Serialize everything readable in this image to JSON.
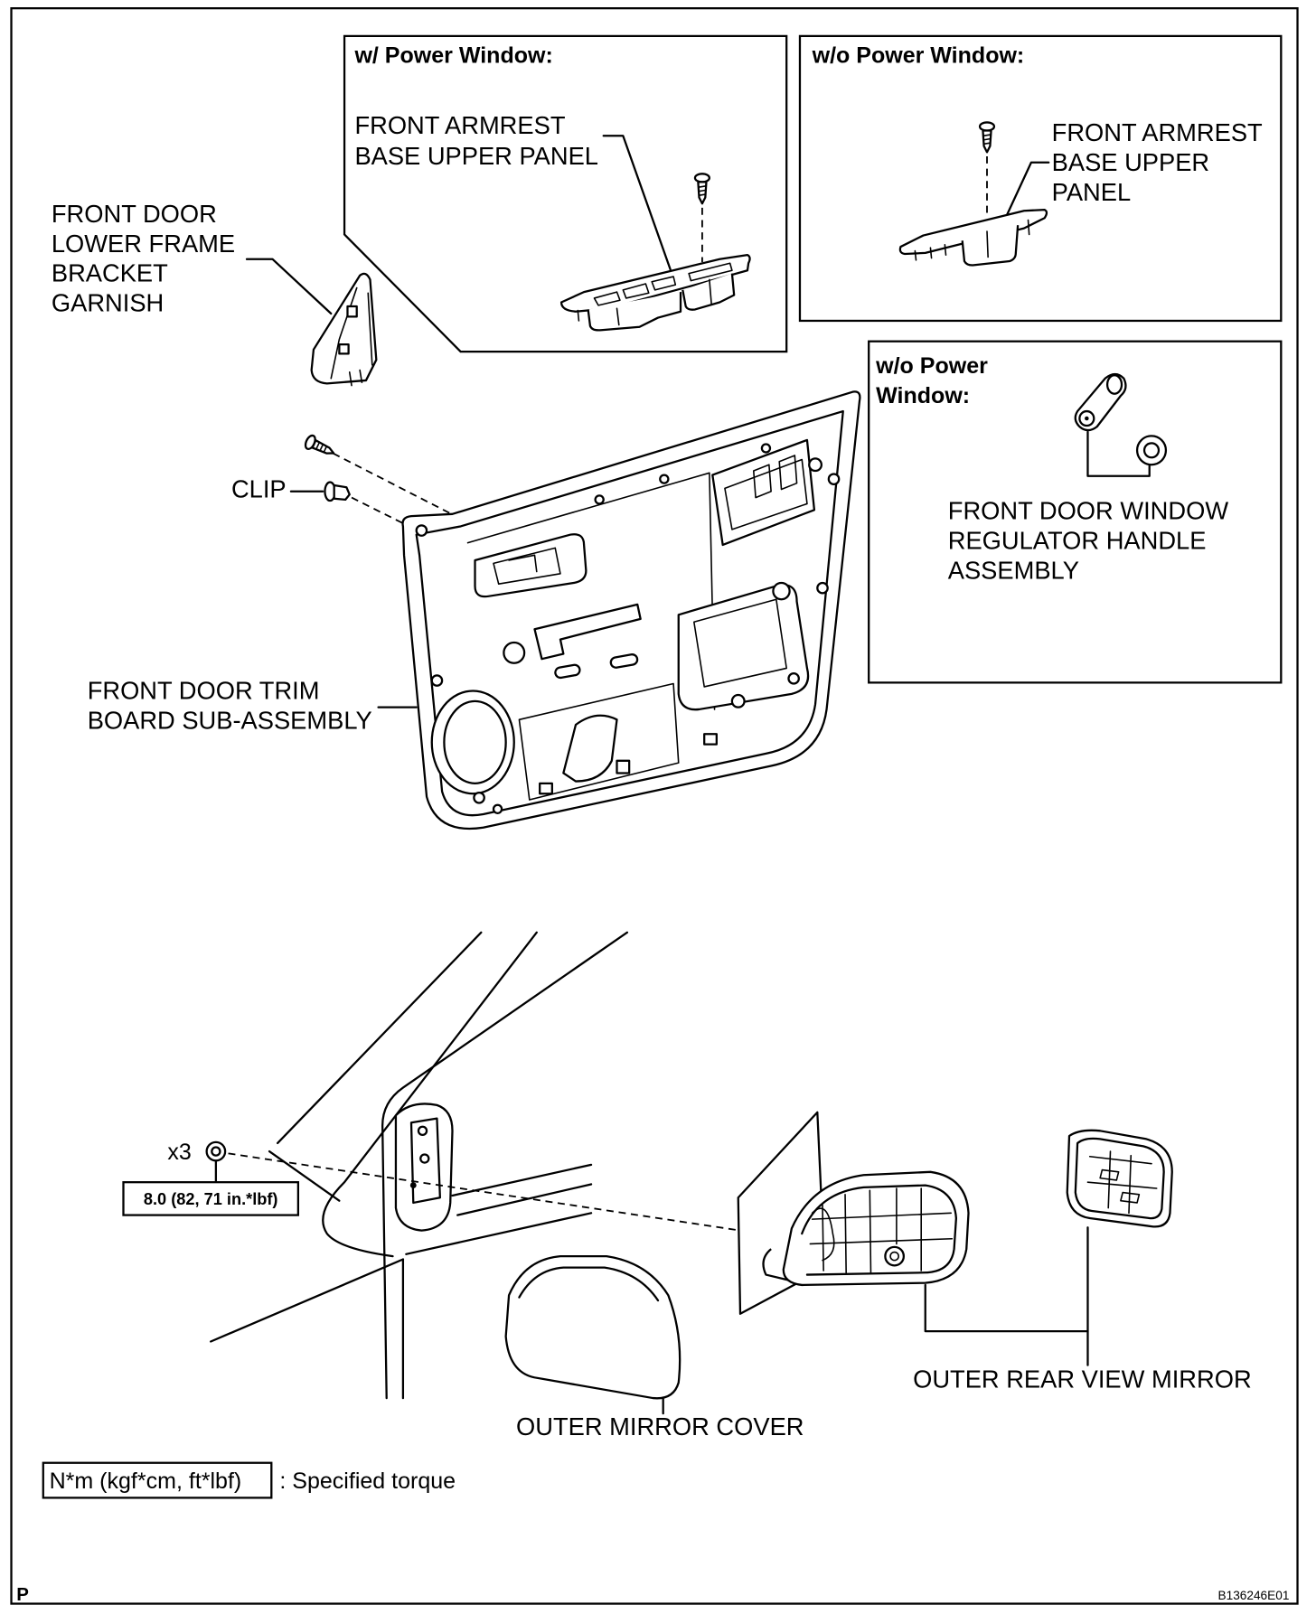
{
  "insets": {
    "power_window": {
      "title": "w/ Power Window:",
      "label_lines": [
        "FRONT ARMREST",
        "BASE UPPER PANEL"
      ]
    },
    "no_power_window_armrest": {
      "title": "w/o Power Window:",
      "label_lines": [
        "FRONT ARMREST",
        "BASE UPPER",
        "PANEL"
      ]
    },
    "no_power_window_handle": {
      "title_lines": [
        "w/o Power",
        "Window:"
      ],
      "label_lines": [
        "FRONT DOOR WINDOW",
        "REGULATOR HANDLE",
        "ASSEMBLY"
      ]
    }
  },
  "labels": {
    "garnish": [
      "FRONT DOOR",
      "LOWER FRAME",
      "BRACKET",
      "GARNISH"
    ],
    "clip": "CLIP",
    "trim_board": [
      "FRONT DOOR TRIM",
      "BOARD SUB-ASSEMBLY"
    ],
    "nut_quantity": "x3",
    "mirror_cover": "OUTER MIRROR COVER",
    "rear_view_mirror": "OUTER REAR VIEW MIRROR"
  },
  "torque": {
    "value": "8.0 (82, 71 in.*lbf)"
  },
  "legend": {
    "unit_box": "N*m (kgf*cm, ft*lbf)",
    "description": ": Specified torque"
  },
  "footer": {
    "section": "P",
    "figure_id": "B136246E01"
  }
}
